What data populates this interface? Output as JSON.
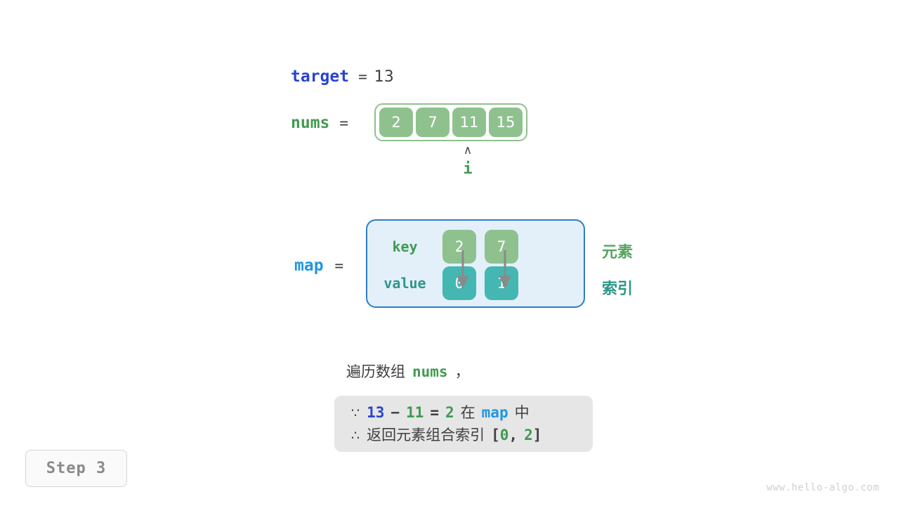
{
  "target": {
    "label": "target",
    "equals": "=",
    "value": "13"
  },
  "nums": {
    "label": "nums",
    "equals": "=",
    "cells": [
      "2",
      "7",
      "11",
      "15"
    ],
    "pointer": {
      "caret": "∧",
      "label": "i",
      "index": 2
    }
  },
  "map": {
    "label": "map",
    "equals": "=",
    "key_row_label": "key",
    "value_row_label": "value",
    "keys": [
      "2",
      "7"
    ],
    "values": [
      "0",
      "1"
    ]
  },
  "legends": {
    "element": "元素",
    "index": "索引"
  },
  "caption": {
    "prefix": "遍历数组",
    "code": "nums",
    "suffix": "，"
  },
  "conclusion": {
    "line1": {
      "symbol": "∵",
      "a": "13",
      "minus": "−",
      "b": "11",
      "eq": "=",
      "c": "2",
      "zai": "在",
      "map": "map",
      "zhong": "中"
    },
    "line2": {
      "symbol": "∴",
      "text": "返回元素组合索引",
      "bracket_open": "[",
      "i0": "0",
      "comma": ",",
      "i1": "2",
      "bracket_close": "]"
    }
  },
  "step_badge": {
    "label": "Step 3"
  },
  "footer": {
    "url": "www.hello-algo.com"
  },
  "colors": {
    "blue": "#2a44d0",
    "light_blue": "#2196e3",
    "green": "#429b52",
    "cell_green": "#8fc18f",
    "teal": "#44b7b2",
    "map_bg": "#e3f0fa",
    "map_border": "#2e7ec7",
    "box_gray": "#e6e6e6",
    "arrow_gray": "#8a8a8a"
  }
}
